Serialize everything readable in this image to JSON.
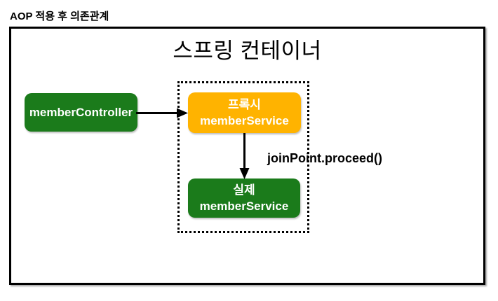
{
  "page": {
    "label": "AOP 적용 후 의존관계"
  },
  "container": {
    "title": "스프링 컨테이너"
  },
  "nodes": {
    "controller": {
      "label": "memberController"
    },
    "proxy": {
      "title": "프록시",
      "subtitle": "memberService"
    },
    "real": {
      "title": "실제",
      "subtitle": "memberService"
    }
  },
  "edges": {
    "proceed_label": "joinPoint.proceed()"
  },
  "colors": {
    "node_green": "#1b7b1b",
    "node_orange": "#ffb300",
    "node_text": "#ffffff",
    "line_black": "#000000"
  }
}
